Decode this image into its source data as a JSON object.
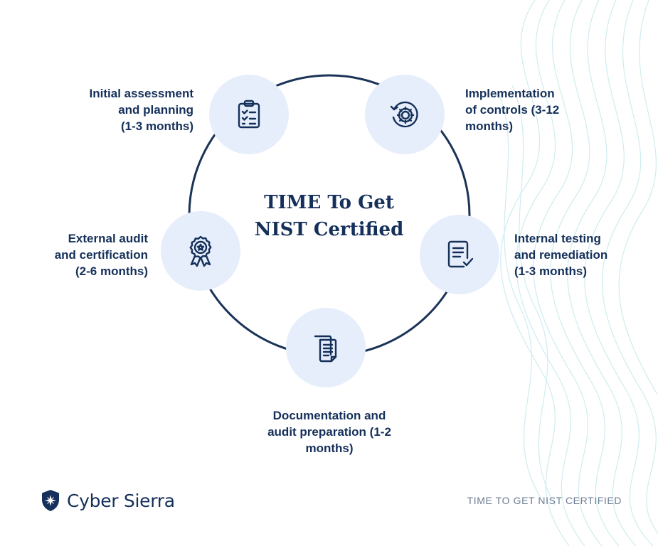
{
  "title": {
    "line1": "TIME To Get",
    "line2": "NIST Certified"
  },
  "steps": [
    {
      "lines": [
        "Initial assessment",
        "and planning",
        "(1-3 months)"
      ],
      "icon": "clipboard-checklist-icon"
    },
    {
      "lines": [
        "Implementation",
        "of controls (3-12",
        "months)"
      ],
      "icon": "gear-cycle-icon"
    },
    {
      "lines": [
        "Internal testing",
        "and remediation",
        "(1-3 months)"
      ],
      "icon": "document-check-icon"
    },
    {
      "lines": [
        "Documentation and",
        "audit preparation (1-2",
        "months)"
      ],
      "icon": "documents-stack-icon"
    },
    {
      "lines": [
        "External audit",
        "and certification",
        "(2-6 months)"
      ],
      "icon": "award-badge-icon"
    }
  ],
  "brand": {
    "name": "Cyber Sierra",
    "logo_icon": "shield-star-icon"
  },
  "footer": {
    "caption": "TIME TO GET NIST CERTIFIED"
  },
  "colors": {
    "navy": "#15305a",
    "node_fill": "#e6eefb",
    "caption_gray": "#6b7d96",
    "wave_lines": "#cfecef"
  }
}
